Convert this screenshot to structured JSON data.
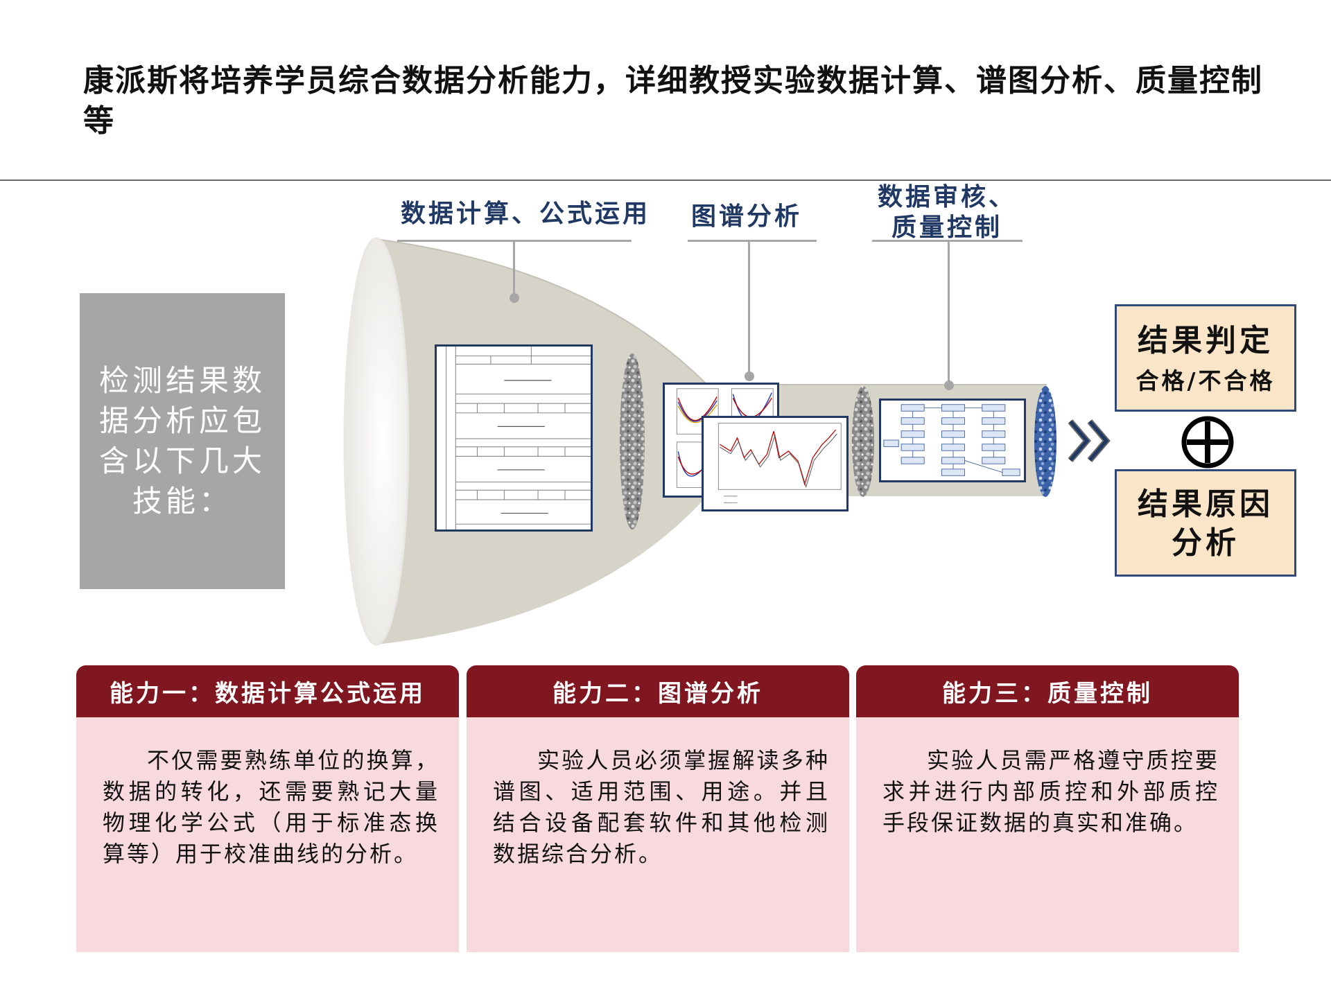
{
  "title": "康派斯将培养学员综合数据分析能力，详细教授实验数据计算、谱图分析、质量控制等",
  "left_box": "检测结果数据分析应包含以下几大技能：",
  "stages": [
    {
      "label": "数据计算、公式运用"
    },
    {
      "label": "图谱分析"
    },
    {
      "label_line1": "数据审核、",
      "label_line2": "质量控制"
    }
  ],
  "results": {
    "top_main": "结果判定",
    "top_sub": "合格/不合格",
    "bottom_line1": "结果原因",
    "bottom_line2": "分析"
  },
  "capabilities": [
    {
      "title": "能力一：数据计算公式运用",
      "text": "不仅需要熟练单位的换算，数据的转化，还需要熟记大量物理化学公式（用于标准态换算等）用于校准曲线的分析。"
    },
    {
      "title": "能力二：图谱分析",
      "text": "实验人员必须掌握解读多种谱图、适用范围、用途。并且结合设备配套软件和其他检测数据综合分析。"
    },
    {
      "title": "能力三：质量控制",
      "text": "实验人员需严格遵守质控要求并进行内部质控和外部质控手段保证数据的真实和准确。"
    }
  ],
  "colors": {
    "navy": "#1f3864",
    "funnel": "#d6d3c8",
    "gray_box": "#a6a6a6",
    "result_fill": "#fbe5c8",
    "cap_header": "#7f1620",
    "cap_body": "#f8d9de"
  },
  "icons": [
    "chevron-right-icon",
    "circled-plus-icon"
  ]
}
